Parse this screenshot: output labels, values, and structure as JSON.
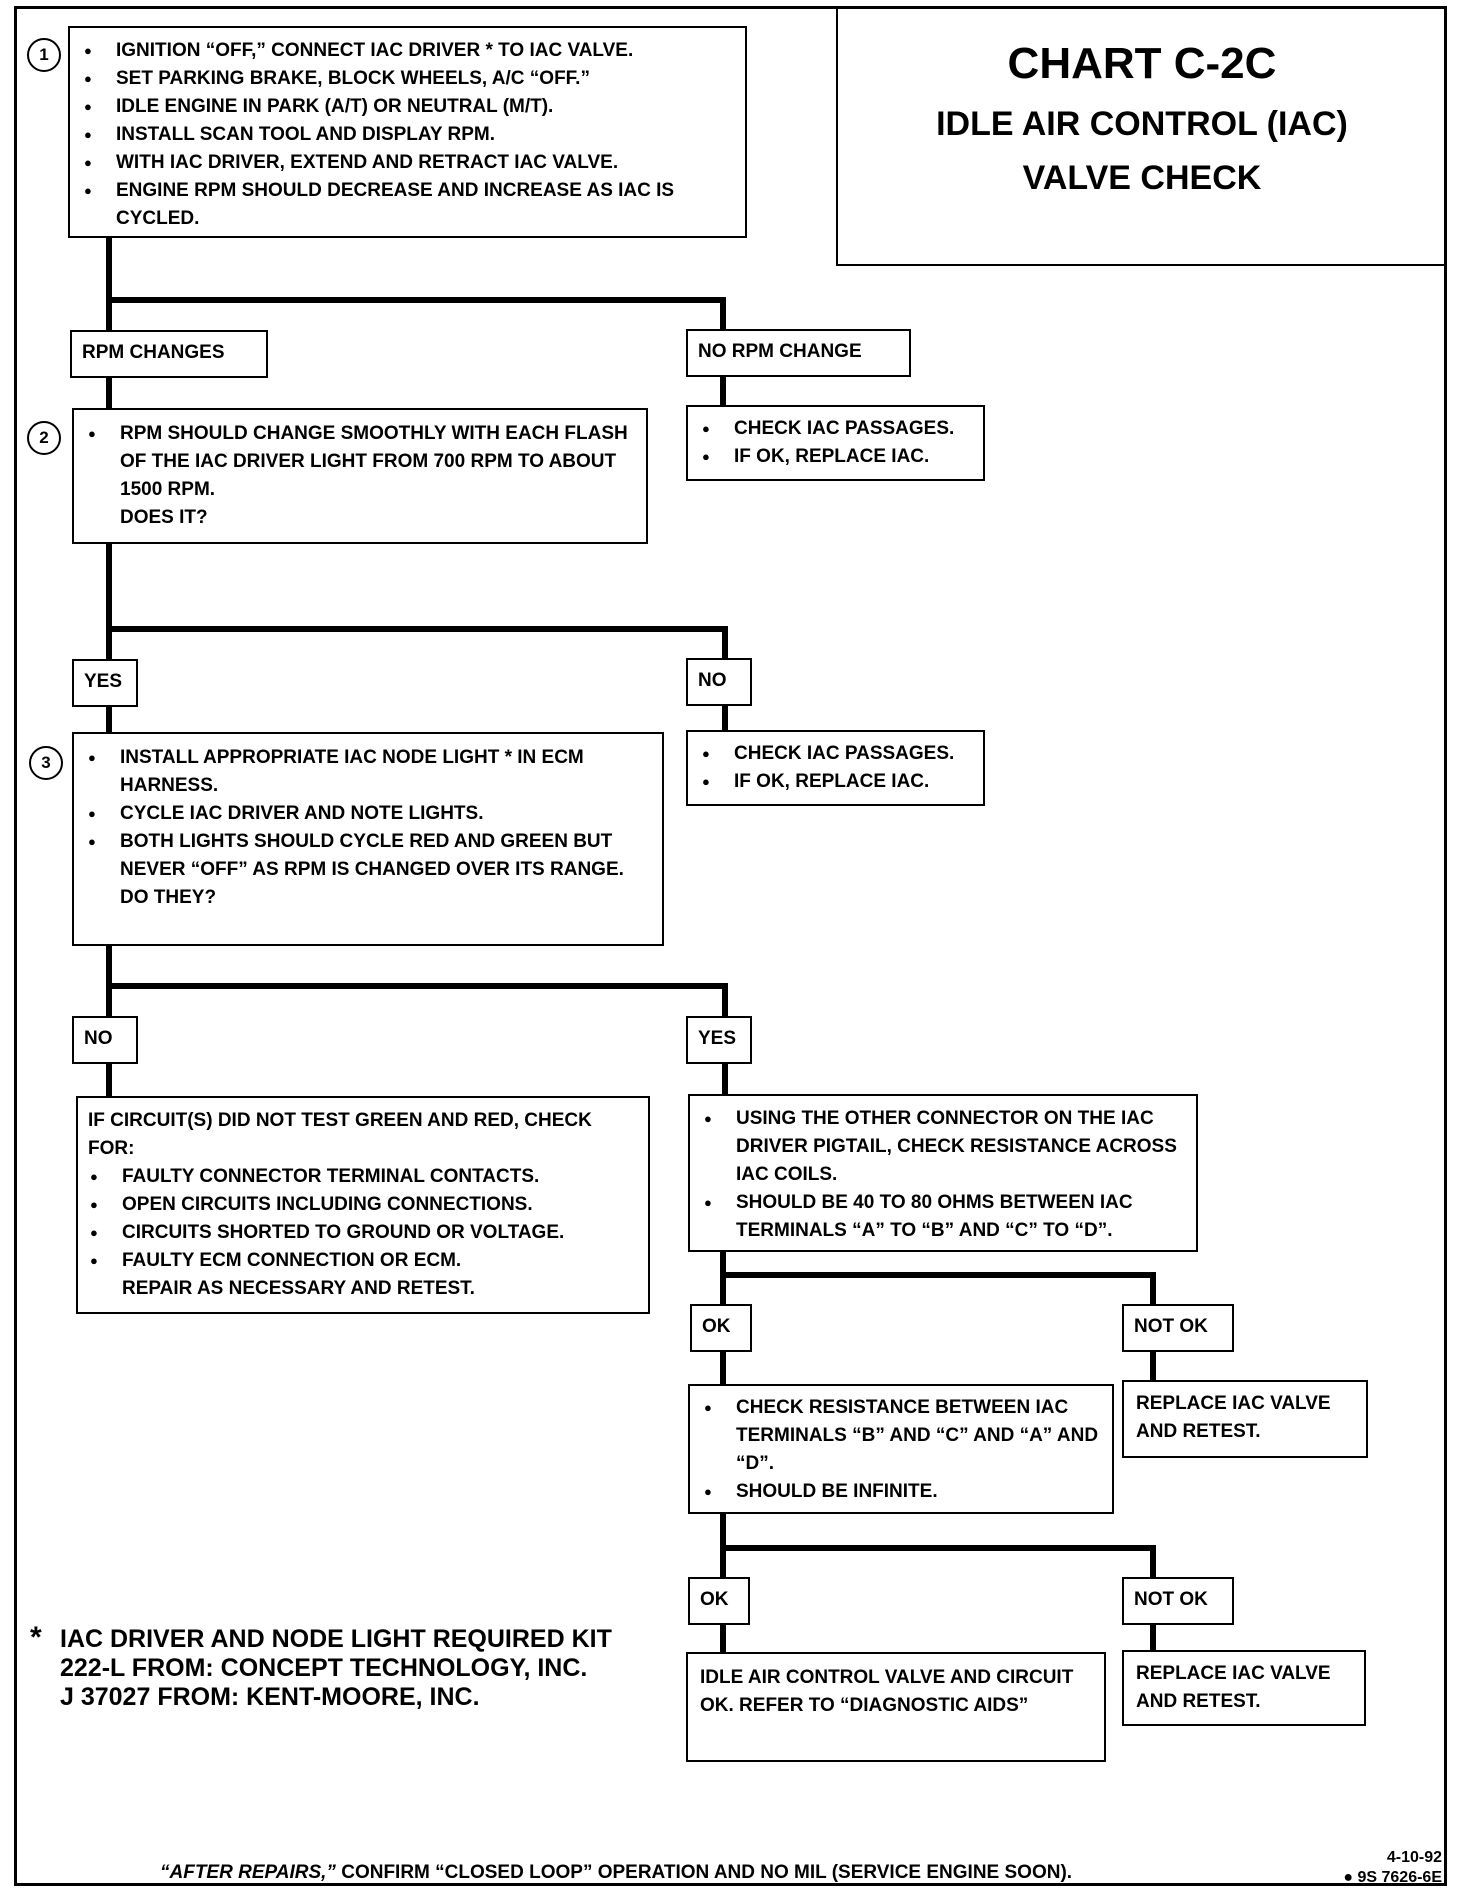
{
  "title": {
    "chart": "CHART C-2C",
    "line1": "IDLE AIR CONTROL (IAC)",
    "line2": "VALVE CHECK"
  },
  "step_numbers": [
    "1",
    "2",
    "3"
  ],
  "box1": {
    "items": [
      "IGNITION “OFF,” CONNECT IAC DRIVER * TO IAC VALVE.",
      "SET PARKING BRAKE, BLOCK WHEELS, A/C “OFF.”",
      "IDLE ENGINE IN PARK (A/T) OR NEUTRAL (M/T).",
      "INSTALL  SCAN TOOL AND DISPLAY RPM.",
      "WITH IAC DRIVER, EXTEND AND RETRACT IAC VALVE.",
      "ENGINE RPM SHOULD DECREASE AND INCREASE AS IAC IS CYCLED."
    ]
  },
  "labels": {
    "rpm_changes": "RPM CHANGES",
    "no_rpm_change": "NO RPM CHANGE",
    "yes_1": "YES",
    "no_1": "NO",
    "no_2": "NO",
    "yes_2": "YES",
    "ok_1": "OK",
    "not_ok_1": "NOT OK",
    "ok_2": "OK",
    "not_ok_2": "NOT OK"
  },
  "box_no_rpm": {
    "items": [
      "CHECK IAC PASSAGES.",
      "IF OK, REPLACE IAC."
    ]
  },
  "box2": {
    "items": [
      "RPM SHOULD CHANGE SMOOTHLY WITH EACH FLASH OF THE IAC DRIVER LIGHT FROM 700 RPM TO ABOUT 1500 RPM."
    ],
    "question": "DOES IT?"
  },
  "box_no_1": {
    "items": [
      "CHECK IAC PASSAGES.",
      "IF OK, REPLACE IAC."
    ]
  },
  "box3": {
    "items": [
      "INSTALL APPROPRIATE IAC NODE LIGHT * IN ECM HARNESS.",
      "CYCLE IAC DRIVER AND NOTE LIGHTS.",
      "BOTH LIGHTS SHOULD CYCLE RED AND GREEN BUT NEVER “OFF” AS RPM IS CHANGED OVER ITS RANGE."
    ],
    "question": "DO THEY?"
  },
  "box_circuit": {
    "intro": "IF CIRCUIT(S) DID NOT TEST GREEN AND RED, CHECK FOR:",
    "items": [
      "FAULTY CONNECTOR TERMINAL CONTACTS.",
      "OPEN CIRCUITS INCLUDING CONNECTIONS.",
      "CIRCUITS SHORTED TO GROUND OR VOLTAGE.",
      "FAULTY ECM CONNECTION OR ECM."
    ],
    "closing": "REPAIR AS NECESSARY AND RETEST."
  },
  "box_resistance": {
    "items": [
      "USING THE OTHER CONNECTOR ON THE IAC DRIVER PIGTAIL, CHECK RESISTANCE ACROSS IAC COILS.",
      "SHOULD BE 40 TO 80 OHMS BETWEEN IAC TERMINALS “A” TO “B” AND “C” TO “D”."
    ]
  },
  "box_check_bc": {
    "items": [
      "CHECK RESISTANCE BETWEEN IAC TERMINALS “B” AND “C” AND “A” AND “D”.",
      "SHOULD BE INFINITE."
    ]
  },
  "box_replace_1": {
    "text": "REPLACE IAC VALVE AND RETEST."
  },
  "box_replace_2": {
    "text": "REPLACE IAC VALVE AND RETEST."
  },
  "box_final_ok": {
    "text": "IDLE AIR CONTROL VALVE AND CIRCUIT OK.  REFER TO “DIAGNOSTIC AIDS”"
  },
  "footnote": {
    "star": "*",
    "lines": [
      "IAC DRIVER AND NODE LIGHT REQUIRED KIT",
      "222-L FROM:  CONCEPT TECHNOLOGY, INC.",
      "J 37027 FROM:  KENT-MOORE, INC."
    ]
  },
  "footer": {
    "emphasis": "“AFTER REPAIRS,”",
    "text": " CONFIRM “CLOSED LOOP” OPERATION AND NO MIL (SERVICE ENGINE SOON)."
  },
  "doc": {
    "date": "4-10-92",
    "code": "● 9S 7626-6E"
  }
}
